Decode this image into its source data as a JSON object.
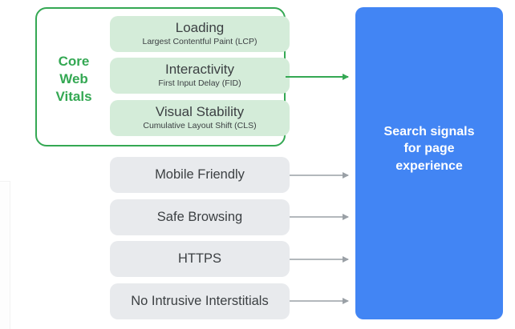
{
  "colors": {
    "core_green": "#34a853",
    "core_box_fill": "#d4ecd9",
    "signal_box_fill": "#e8eaed",
    "target_blue": "#4285f4",
    "arrow_gray": "#9aa0a6",
    "text_dark": "#3c4043"
  },
  "core_web_vitals": {
    "label_lines": [
      "Core",
      "Web",
      "Vitals"
    ],
    "metrics": [
      {
        "title": "Loading",
        "subtitle": "Largest Contentful Paint (LCP)"
      },
      {
        "title": "Interactivity",
        "subtitle": "First Input Delay (FID)"
      },
      {
        "title": "Visual Stability",
        "subtitle": "Cumulative Layout Shift (CLS)"
      }
    ]
  },
  "other_signals": [
    {
      "label": "Mobile Friendly"
    },
    {
      "label": "Safe Browsing"
    },
    {
      "label": "HTTPS"
    },
    {
      "label": "No Intrusive Interstitials"
    }
  ],
  "target": {
    "label_lines": [
      "Search signals",
      "for page",
      "experience"
    ]
  }
}
